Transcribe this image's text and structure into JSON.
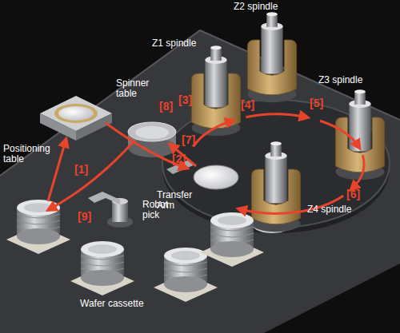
{
  "diagram": {
    "labels": [
      "Z2 spindle",
      "Z1 spindle",
      "[4]",
      "[5]",
      "Z3 spindle",
      "[3]",
      "Spinner table",
      "[8]",
      "Positioning table",
      "[7]",
      "[2]",
      "Transfer Arm",
      "[6]",
      "[1]",
      "Z4 spindle",
      "[9]",
      "Robot pick",
      "Wafer cassette"
    ]
  }
}
